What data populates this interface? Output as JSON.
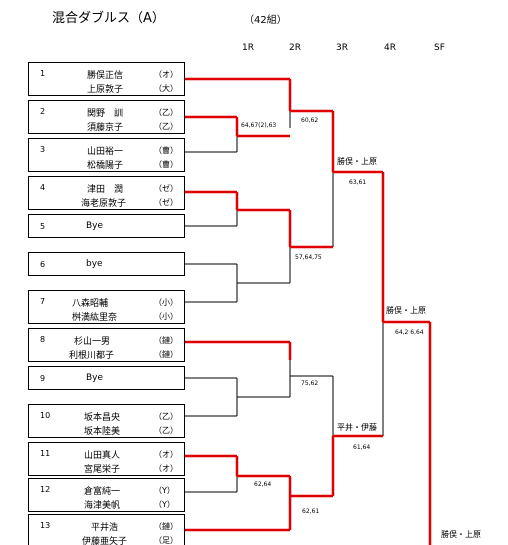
{
  "title": "混合ダブルス（A）",
  "count": "（42組）",
  "rounds": [
    "1R",
    "2R",
    "3R",
    "4R",
    "SF"
  ],
  "entries": [
    {
      "seed": "1",
      "p1": "勝俣正信",
      "a1": "（オ）",
      "p2": "上原敦子",
      "a2": "（大）"
    },
    {
      "seed": "2",
      "p1": "関野　訓",
      "a1": "（乙）",
      "p2": "須藤京子",
      "a2": "（乙）"
    },
    {
      "seed": "3",
      "p1": "山田裕一",
      "a1": "（曹）",
      "p2": "松橋陽子",
      "a2": "（曹）"
    },
    {
      "seed": "4",
      "p1": "津田　潤",
      "a1": "（ゼ）",
      "p2": "海老原敦子",
      "a2": "（ゼ）"
    },
    {
      "seed": "5",
      "p1": "Bye"
    },
    {
      "seed": "6",
      "p1": "bye"
    },
    {
      "seed": "7",
      "p1": "八森昭輔",
      "a1": "（小）",
      "p2": "桝満紘里奈",
      "a2": "（小）"
    },
    {
      "seed": "8",
      "p1": "杉山一男",
      "a1": "（鏈）",
      "p2": "利根川都子",
      "a2": "（鏈）"
    },
    {
      "seed": "9",
      "p1": "Bye"
    },
    {
      "seed": "10",
      "p1": "坂本昌央",
      "a1": "（乙）",
      "p2": "坂本陸美",
      "a2": "（乙）"
    },
    {
      "seed": "11",
      "p1": "山田真人",
      "a1": "（オ）",
      "p2": "宮尾栄子",
      "a2": "（オ）"
    },
    {
      "seed": "12",
      "p1": "倉富純一",
      "a1": "（Y）",
      "p2": "海津美帆",
      "a2": "（Y）"
    },
    {
      "seed": "13",
      "p1": "平井浩",
      "a1": "（鏈）",
      "p2": "伊藤亜矢子",
      "a2": "（足）"
    }
  ],
  "scores": {
    "s_2_3": "64,67(2),63",
    "s_r2_top": "60,62",
    "s_r2_mid": "57,64,75",
    "s_qf_top": "63,61",
    "s_r2_9_10": "75,62",
    "s_11_12": "62,64",
    "s_r2_bottom": "62,61",
    "s_qf_bottom": "61,64",
    "s_sf_top": "64,2 6,64"
  },
  "winners": {
    "w1": "勝俣・上原",
    "w2": "勝俣・上原",
    "w3": "平井・伊藤",
    "w4": "勝俣・上原"
  },
  "colors": {
    "winner_line": "#e00000",
    "line": "#000000"
  }
}
